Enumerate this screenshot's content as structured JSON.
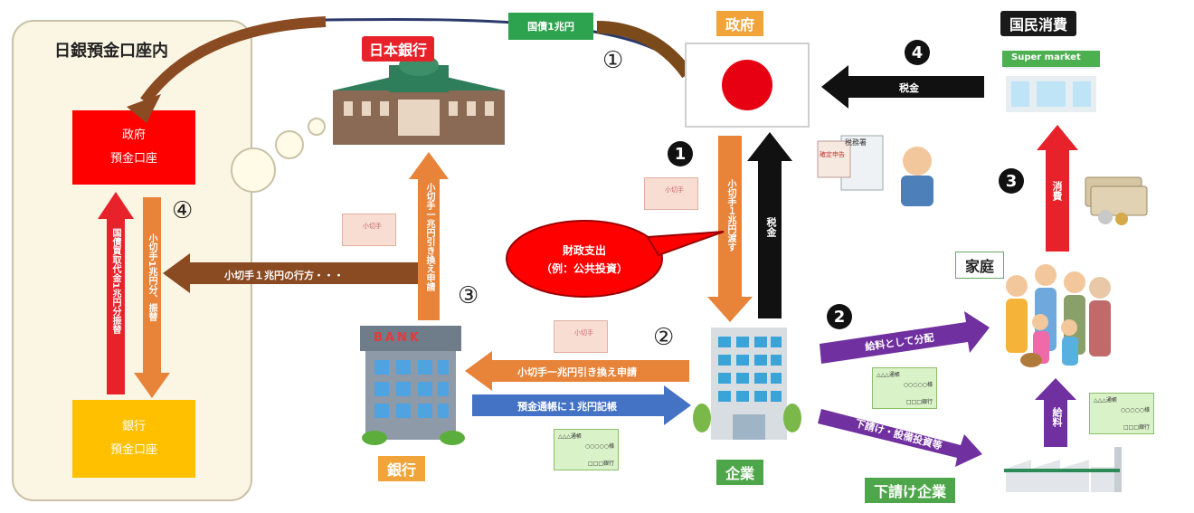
{
  "left_panel": {
    "title": "日銀預金口座内",
    "gov_account_line1": "政府",
    "gov_account_line2": "預金口座",
    "bank_account_line1": "銀行",
    "bank_account_line2": "預金口座",
    "transfer_up": "国債買取代金1兆円分振替",
    "transfer_down": "小切手1兆円分、振替",
    "step_label": "④"
  },
  "boj": {
    "label": "日本銀行"
  },
  "bond_tag": "国債1兆円",
  "government": {
    "label": "政府",
    "step": "①"
  },
  "consumption": {
    "label": "国民消費",
    "store_sign": "Super market",
    "step": "4",
    "tax_arrow": "税金"
  },
  "bank": {
    "label": "銀行",
    "sign": "BANK",
    "step_up": "③",
    "exchange_request": "小切手一兆円引き換え申請",
    "check_whereabouts": "小切手１兆円の行方・・・"
  },
  "company": {
    "label": "企業",
    "step": "②",
    "exchange_request": "小切手一兆円引き換え申請",
    "deposit_record": "預金通帳に１兆円記帳",
    "pass_check": "小切手１兆円渡す",
    "tax": "税金",
    "step_solid": "1"
  },
  "fiscal_bubble": {
    "line1": "財政支出",
    "line2": "（例：公共投資）"
  },
  "household": {
    "label": "家庭",
    "step": "3",
    "consume": "消費",
    "salary": "給料"
  },
  "distribution": {
    "step": "2",
    "salary_distribution": "給料として分配",
    "subcontract": "下請け・設備投資等"
  },
  "subcontractor": {
    "label": "下請け企業"
  },
  "tax_office": {
    "label": "税務署",
    "form": "確定申告"
  },
  "passbook": {
    "title": "△△△通帳",
    "number": "○○○○○様",
    "bank": "□□□銀行"
  },
  "check_text": "小切手",
  "colors": {
    "red": "#e8222b",
    "orange": "#e8833a",
    "brown": "#8a4a22",
    "blue": "#4472c4",
    "purple": "#7030a0",
    "black": "#111111",
    "yellow": "#ffc000"
  }
}
